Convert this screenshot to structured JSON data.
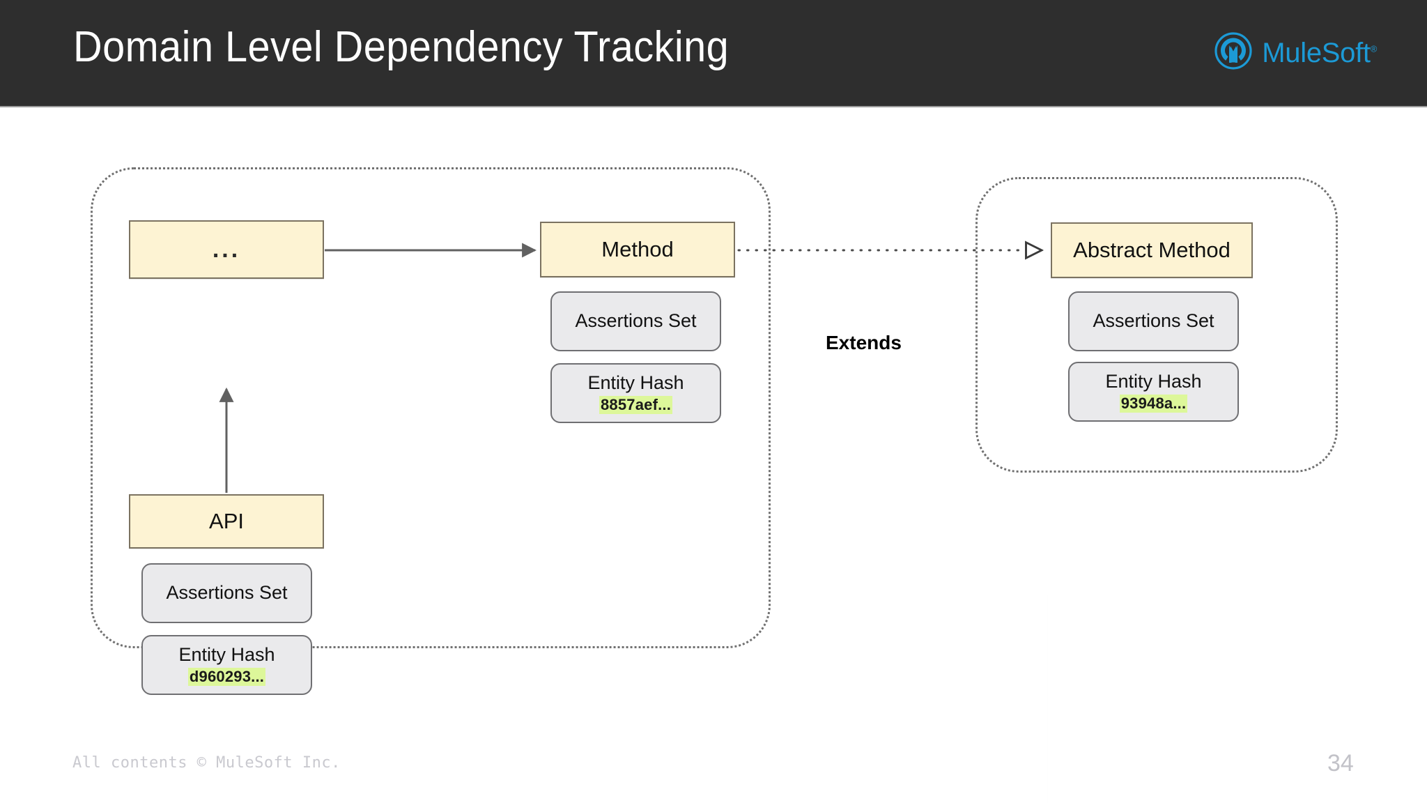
{
  "header": {
    "title": "Domain Level Dependency Tracking",
    "background_color": "#2E2E2E",
    "title_color": "#FFFFFF",
    "logo": {
      "mark_name": "mulesoft-m-logo",
      "wordmark": "MuleSoft",
      "trademark": "®",
      "brand_color": "#1C9AD6"
    }
  },
  "diagram": {
    "type": "uml-dependency-tracking",
    "accent_box_color": "#FDF3D3",
    "sub_box_color": "#EAEAEC",
    "hash_highlight_color": "#DDF79A",
    "left_group": {
      "name": "api-domain-group",
      "entities": [
        {
          "id": "ellipsis-entity",
          "title": "...",
          "children": []
        },
        {
          "id": "api-entity",
          "title": "API",
          "children": [
            {
              "label": "Assertions Set"
            },
            {
              "label": "Entity Hash",
              "hash": "d960293..."
            }
          ]
        },
        {
          "id": "method-entity",
          "title": "Method",
          "children": [
            {
              "label": "Assertions Set"
            },
            {
              "label": "Entity Hash",
              "hash": "8857aef..."
            }
          ]
        }
      ]
    },
    "right_group": {
      "name": "abstract-domain-group",
      "entities": [
        {
          "id": "abstract-method-entity",
          "title": "Abstract Method",
          "children": [
            {
              "label": "Assertions Set"
            },
            {
              "label": "Entity Hash",
              "hash": "93948a..."
            }
          ]
        }
      ]
    },
    "relations": [
      {
        "id": "extends-relation",
        "label": "Extends",
        "style": "dotted",
        "arrowhead": "hollow-triangle"
      }
    ]
  },
  "footer": {
    "copyright": "All contents © MuleSoft Inc.",
    "page_number": "34"
  }
}
